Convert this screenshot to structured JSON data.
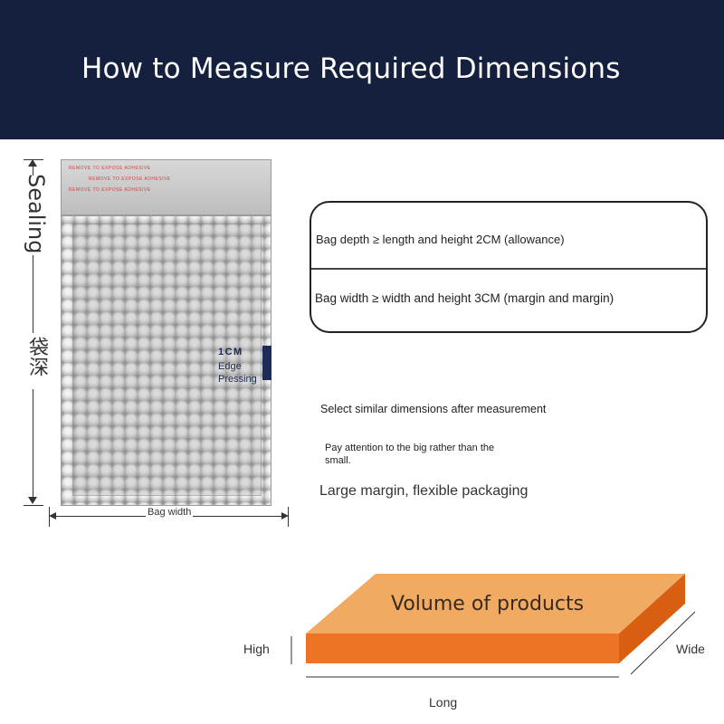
{
  "header": {
    "title": "How to Measure Required Dimensions",
    "background_color": "#14203d"
  },
  "bag_diagram": {
    "sealing_label": "Sealing",
    "depth_label": "袋深",
    "width_label": "Bag width",
    "edge_size": "1CM",
    "edge_text": "Edge\nPressing",
    "flap_print": "REMOVE TO EXPOSE ADHESIVE",
    "accent_color": "#1e2b57"
  },
  "rules": {
    "depth_rule": "Bag depth ≥ length and height 2CM (allowance)",
    "width_rule": "Bag width ≥ width and height 3CM (margin and margin)"
  },
  "notes": {
    "select": "Select similar dimensions after measurement",
    "attention": "Pay attention to the big rather than the small.",
    "margin": "Large margin, flexible packaging"
  },
  "product_box": {
    "title": "Volume of products",
    "high_label": "High",
    "wide_label": "Wide",
    "long_label": "Long",
    "top_color": "#f0aa62",
    "front_color": "#ec7424",
    "side_color": "#d85e12"
  }
}
